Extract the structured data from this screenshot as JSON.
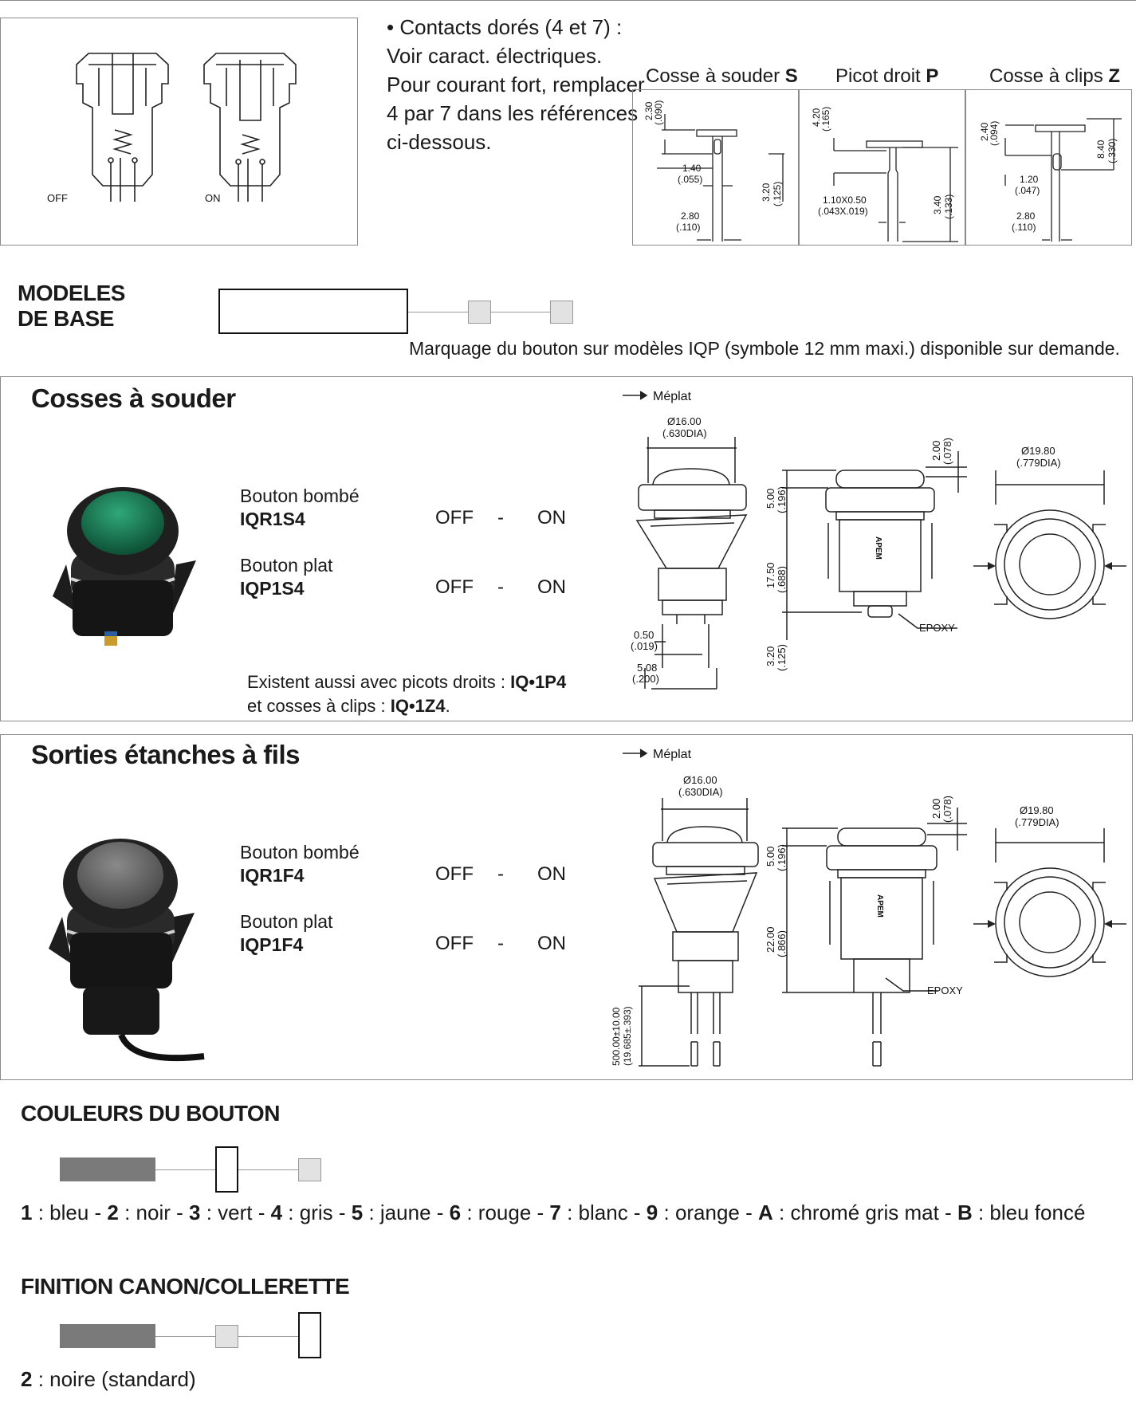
{
  "contacts_note": {
    "lines": [
      "• Contacts dorés (4 et 7) :",
      "Voir caract. électriques.",
      "Pour courant fort, remplacer",
      "4 par 7 dans les références",
      "ci-dessous."
    ]
  },
  "switch_states": {
    "off": "OFF",
    "on": "ON"
  },
  "terminals": [
    {
      "label": "Cosse à souder",
      "code": "S",
      "dims": [
        "2.30",
        "(.090)",
        "1.40",
        "(.055)",
        "3.20",
        "(.125)",
        "2.80",
        "(.110)"
      ]
    },
    {
      "label": "Picot droit",
      "code": "P",
      "dims": [
        "4.20",
        "(.165)",
        "1.10X0.50",
        "(.043X.019)",
        "3.40",
        "(.133)"
      ]
    },
    {
      "label": "Cosse à clips",
      "code": "Z",
      "dims": [
        "2.40",
        "(.094)",
        "8.40",
        "(.330)",
        "1.20",
        "(.047)",
        "2.80",
        "(.110)"
      ]
    }
  ],
  "base_models": {
    "title_line1": "MODELES",
    "title_line2": "DE BASE",
    "note": "Marquage du bouton sur modèles IQP (symbole 12 mm maxi.) disponible sur demande."
  },
  "sections": [
    {
      "title": "Cosses à souder",
      "rows": [
        {
          "type": "Bouton bombé",
          "ref": "IQR1S4",
          "pos1": "OFF",
          "sep": "-",
          "pos2": "ON"
        },
        {
          "type": "Bouton plat",
          "ref": "IQP1S4",
          "pos1": "OFF",
          "sep": "-",
          "pos2": "ON"
        }
      ],
      "also_line1_text": "Existent aussi avec picots droits : ",
      "also_line1_bold": "IQ•1P4",
      "also_line2_text": "et cosses à clips : ",
      "also_line2_bold": "IQ•1Z4",
      "also_line2_end": ".",
      "drawing": {
        "meplat": "Méplat",
        "dims": [
          "Ø16.00",
          "(.630DIA)",
          "2.00",
          "(.078)",
          "Ø19.80",
          "(.779DIA)",
          "5.00",
          "(.196)",
          "17.50",
          "(.688)",
          "3.20",
          "(.125)",
          "0.50",
          "(.019)",
          "5.08",
          "(.200)"
        ],
        "brand": "APEM",
        "epoxy": "EPOXY"
      },
      "button_color": "#1f7a55"
    },
    {
      "title": "Sorties étanches à fils",
      "rows": [
        {
          "type": "Bouton bombé",
          "ref": "IQR1F4",
          "pos1": "OFF",
          "sep": "-",
          "pos2": "ON"
        },
        {
          "type": "Bouton plat",
          "ref": "IQP1F4",
          "pos1": "OFF",
          "sep": "-",
          "pos2": "ON"
        }
      ],
      "drawing": {
        "meplat": "Méplat",
        "dims": [
          "Ø16.00",
          "(.630DIA)",
          "2.00",
          "(.078)",
          "Ø19.80",
          "(.779DIA)",
          "5.00",
          "(.196)",
          "22.00",
          "(.866)",
          "500.00±10.00",
          "(19.685±.393)"
        ],
        "brand": "APEM",
        "epoxy": "EPOXY"
      },
      "button_color": "#6a6a6a"
    }
  ],
  "colors_section": {
    "title": "COULEURS DU BOUTON",
    "legend": [
      {
        "code": "1",
        "name": "bleu"
      },
      {
        "code": "2",
        "name": "noir"
      },
      {
        "code": "3",
        "name": "vert"
      },
      {
        "code": "4",
        "name": "gris"
      },
      {
        "code": "5",
        "name": "jaune"
      },
      {
        "code": "6",
        "name": "rouge"
      },
      {
        "code": "7",
        "name": "blanc"
      },
      {
        "code": "9",
        "name": "orange"
      },
      {
        "code": "A",
        "name": "chromé gris mat"
      },
      {
        "code": "B",
        "name": "bleu foncé"
      }
    ]
  },
  "finish_section": {
    "title": "FINITION CANON/COLLERETTE",
    "legend_code": "2",
    "legend_text": " : noire (standard)"
  }
}
